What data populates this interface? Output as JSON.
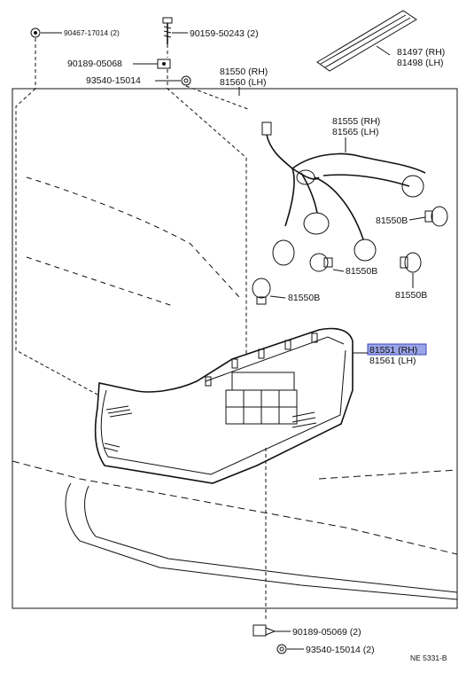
{
  "parts": {
    "screw_top_left": "90467-17014 (2)",
    "bolt_top": "90159-50243 (2)",
    "clip_top": "90189-05068",
    "nut_top": "93540-15014",
    "lamp_assy_rh": "81550 (RH)",
    "lamp_assy_lh": "81560 (LH)",
    "garnish_rh": "81497 (RH)",
    "garnish_lh": "81498 (LH)",
    "socket_rh": "81555 (RH)",
    "socket_lh": "81565 (LH)",
    "bulb_1": "81550B",
    "bulb_2": "81550B",
    "bulb_3": "81550B",
    "bulb_4": "81550B",
    "lens_rh": "81551 (RH)",
    "lens_lh": "81561 (LH)",
    "clip_bottom": "90189-05069 (2)",
    "nut_bottom": "93540-15014 (2)"
  },
  "footer": {
    "code": "NE 5331-B"
  },
  "colors": {
    "highlight_fill": "#9aa4e8",
    "highlight_stroke": "#3b46b8",
    "line": "#111111"
  }
}
